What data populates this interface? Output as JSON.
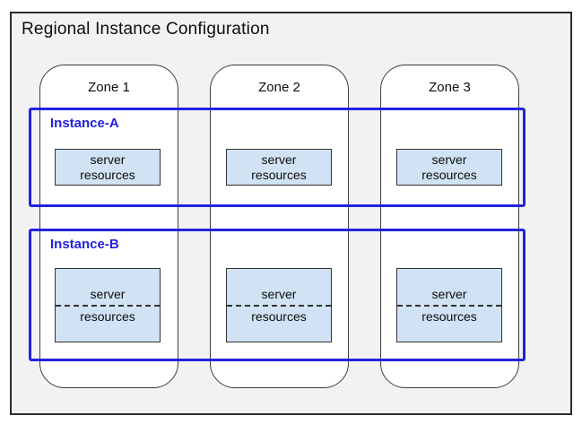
{
  "title": "Regional Instance Configuration",
  "zones": [
    {
      "label": "Zone 1"
    },
    {
      "label": "Zone 2"
    },
    {
      "label": "Zone 3"
    }
  ],
  "instances": [
    {
      "label": "Instance-A"
    },
    {
      "label": "Instance-B"
    }
  ],
  "server_box": {
    "line1": "server",
    "line2": "resources"
  },
  "colors": {
    "instance_blue": "#2222dd",
    "server_box_fill": "#d0e2f3",
    "region_fill": "#f2f2f2",
    "zone_fill": "#ffffff",
    "outline_dark": "#333333"
  }
}
